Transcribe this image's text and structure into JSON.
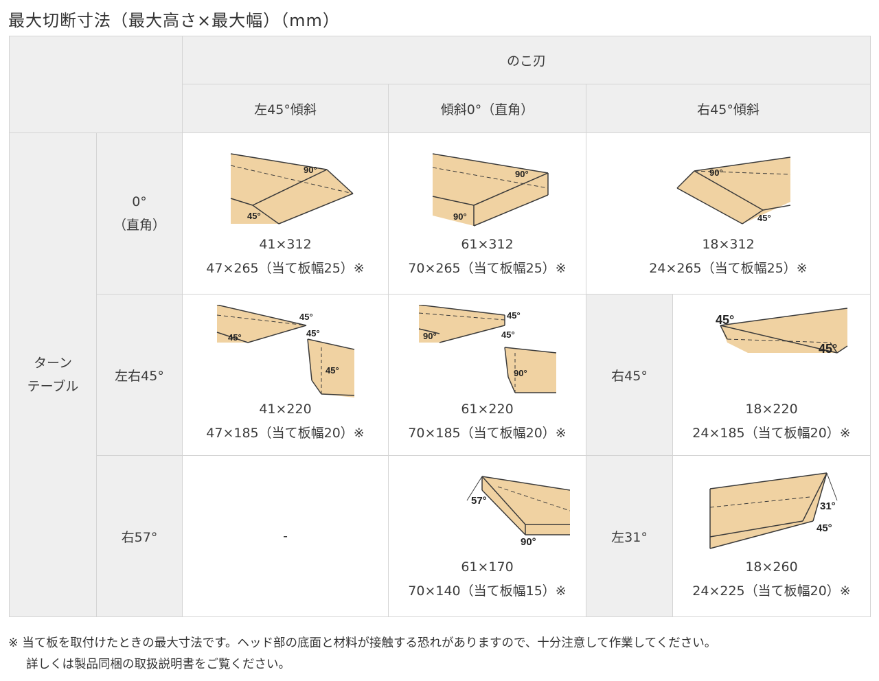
{
  "title": "最大切断寸法（最大高さ×最大幅）（mm）",
  "headers": {
    "blade": "のこ刃",
    "tilt_left45": "左45°傾斜",
    "tilt_0": "傾斜0°（直角）",
    "tilt_right45": "右45°傾斜"
  },
  "turntable_label": [
    "ターン",
    "テーブル"
  ],
  "rows": {
    "r0": {
      "label": [
        "0°",
        "（直角）"
      ],
      "c1": {
        "v1": "41×312",
        "v2": "47×265（当て板幅25）※",
        "angles": [
          "90°",
          "45°"
        ]
      },
      "c2": {
        "v1": "61×312",
        "v2": "70×265（当て板幅25）※",
        "angles": [
          "90°",
          "90°"
        ]
      },
      "c3": {
        "v1": "18×312",
        "v2": "24×265（当て板幅25）※",
        "angles": [
          "90°",
          "45°"
        ]
      }
    },
    "r1": {
      "label": "左右45°",
      "c1": {
        "v1": "41×220",
        "v2": "47×185（当て板幅20）※",
        "angles": [
          "45°",
          "45°",
          "45°",
          "45°"
        ]
      },
      "c2": {
        "v1": "61×220",
        "v2": "70×185（当て板幅20）※",
        "angles": [
          "45°",
          "90°",
          "45°",
          "90°"
        ]
      },
      "sub_label": "右45°",
      "c3": {
        "v1": "18×220",
        "v2": "24×185（当て板幅20）※",
        "angles": [
          "45°",
          "45°"
        ]
      }
    },
    "r2": {
      "label": "右57°",
      "c1": {
        "v1": "-"
      },
      "c2": {
        "v1": "61×170",
        "v2": "70×140（当て板幅15）※",
        "angles": [
          "57°",
          "90°"
        ]
      },
      "sub_label": "左31°",
      "c3": {
        "v1": "18×260",
        "v2": "24×225（当て板幅20）※",
        "angles": [
          "31°",
          "45°"
        ]
      }
    }
  },
  "note": {
    "line1": "※ 当て板を取付けたときの最大寸法です。ヘッド部の底面と材料が接触する恐れがありますので、十分注意して作業してください。",
    "line2": "詳しくは製品同梱の取扱説明書をご覧ください。"
  },
  "colors": {
    "wood": "#f0d2a2",
    "wood_shade": "#e4c38d",
    "edge": "#3a3a3a",
    "header_bg": "#efefef",
    "border": "#d4d4d4"
  }
}
